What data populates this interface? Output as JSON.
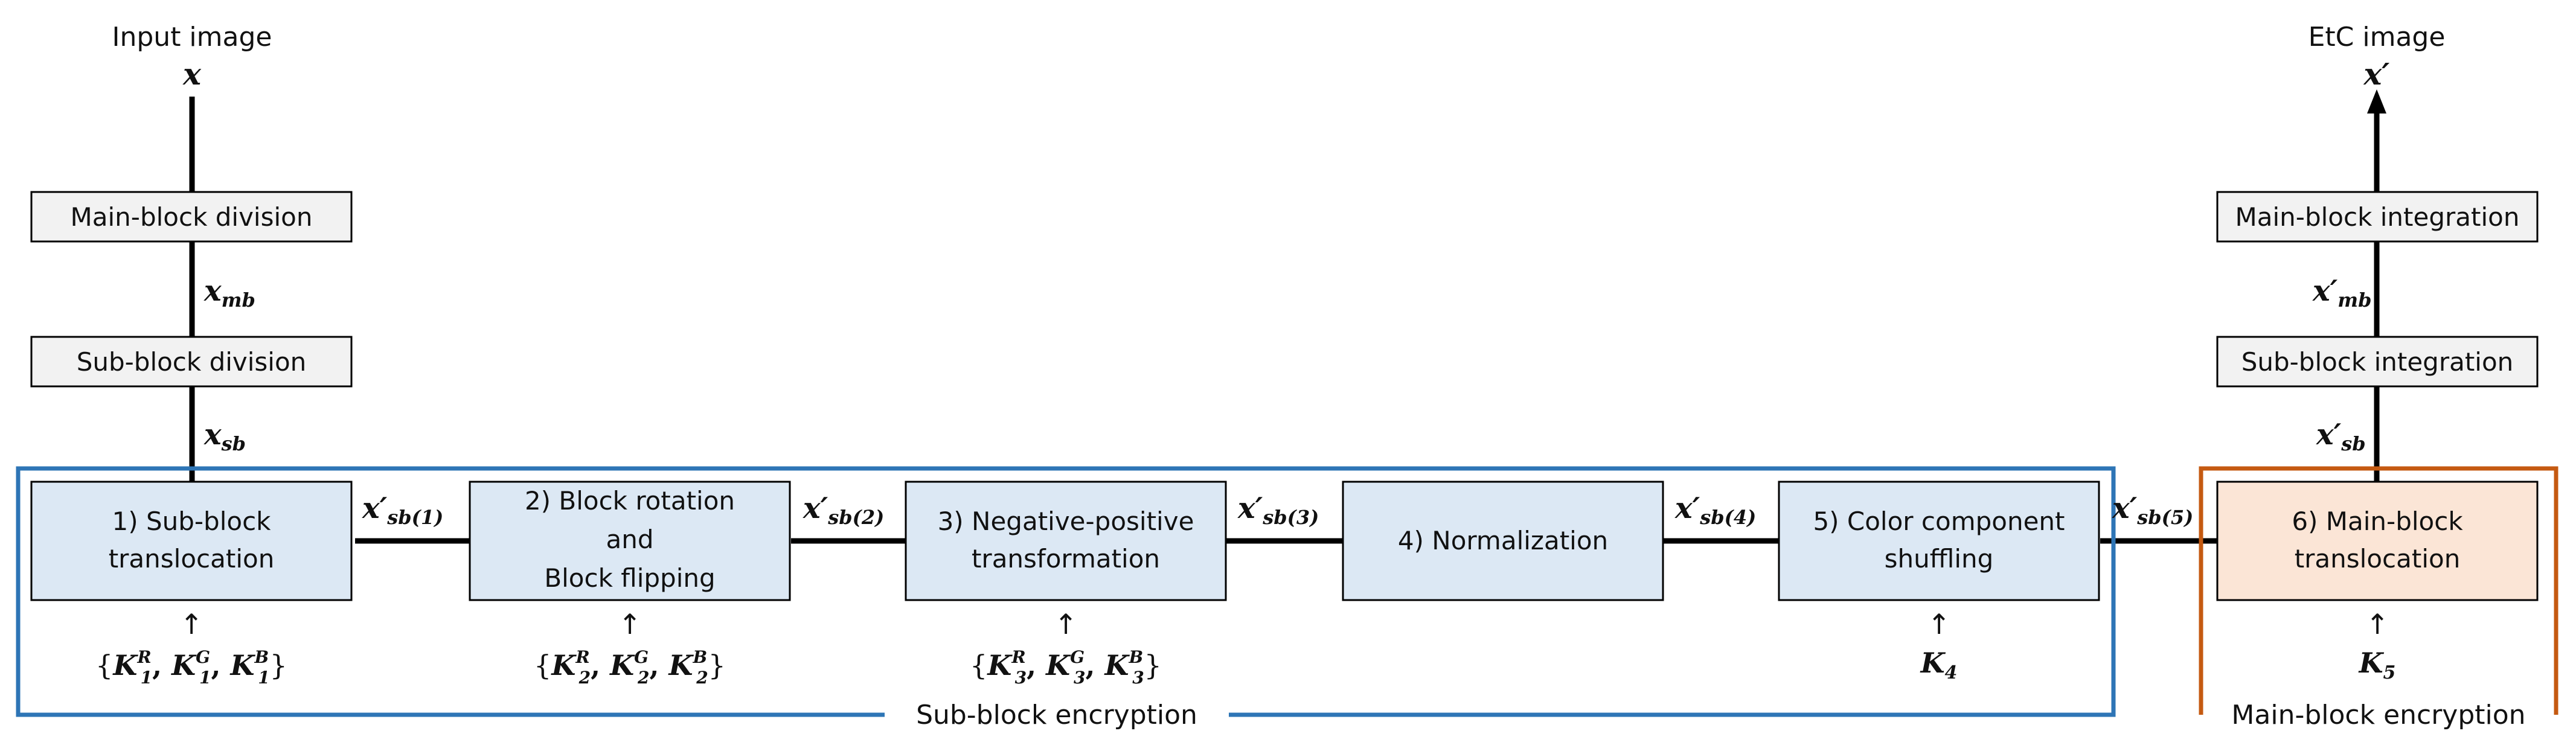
{
  "colors": {
    "gray_fill": "#f2f2f2",
    "blue_fill": "#dce8f4",
    "orange_fill": "#fbe5d6",
    "blue_border": "#2e75b6",
    "orange_border": "#c55a11",
    "line": "#000000"
  },
  "labels": {
    "input_title": "Input image",
    "input_var": "x",
    "output_title": "EtC image",
    "output_var": "x′",
    "sub_group": "Sub-block encryption",
    "main_group": "Main-block encryption"
  },
  "boxes": {
    "main_div": "Main-block division",
    "sub_div": "Sub-block division",
    "main_int": "Main-block integration",
    "sub_int": "Sub-block integration",
    "b1": [
      "1) Sub-block",
      "translocation"
    ],
    "b2": [
      "2) Block rotation",
      "and",
      "Block flipping"
    ],
    "b3": [
      "3) Negative-positive",
      "transformation"
    ],
    "b4": [
      "4) Normalization"
    ],
    "b5": [
      "5) Color component",
      "shuffling"
    ],
    "b6": [
      "6) Main-block",
      "translocation"
    ]
  },
  "signals": {
    "xmb": {
      "base": "x",
      "sub": "mb"
    },
    "xsb": {
      "base": "x",
      "sub": "sb"
    },
    "xsb1": {
      "base": "x′",
      "sub": "sb(1)"
    },
    "xsb2": {
      "base": "x′",
      "sub": "sb(2)"
    },
    "xsb3": {
      "base": "x′",
      "sub": "sb(3)"
    },
    "xsb4": {
      "base": "x′",
      "sub": "sb(4)"
    },
    "xsb5": {
      "base": "x′",
      "sub": "sb(5)"
    },
    "xmb_p": {
      "base": "x′",
      "sub": "mb"
    },
    "xsb_p": {
      "base": "x′",
      "sub": "sb"
    }
  },
  "keys": {
    "arrow": "↑",
    "k1": {
      "open": "{",
      "close": "}",
      "items": [
        {
          "b": "K",
          "sub": "1",
          "sup": "R"
        },
        {
          "b": "K",
          "sub": "1",
          "sup": "G"
        },
        {
          "b": "K",
          "sub": "1",
          "sup": "B"
        }
      ]
    },
    "k2": {
      "open": "{",
      "close": "}",
      "items": [
        {
          "b": "K",
          "sub": "2",
          "sup": "R"
        },
        {
          "b": "K",
          "sub": "2",
          "sup": "G"
        },
        {
          "b": "K",
          "sub": "2",
          "sup": "B"
        }
      ]
    },
    "k3": {
      "open": "{",
      "close": "}",
      "items": [
        {
          "b": "K",
          "sub": "3",
          "sup": "R"
        },
        {
          "b": "K",
          "sub": "3",
          "sup": "G"
        },
        {
          "b": "K",
          "sub": "3",
          "sup": "B"
        }
      ]
    },
    "k4": {
      "b": "K",
      "sub": "4"
    },
    "k5": {
      "b": "K",
      "sub": "5"
    }
  }
}
